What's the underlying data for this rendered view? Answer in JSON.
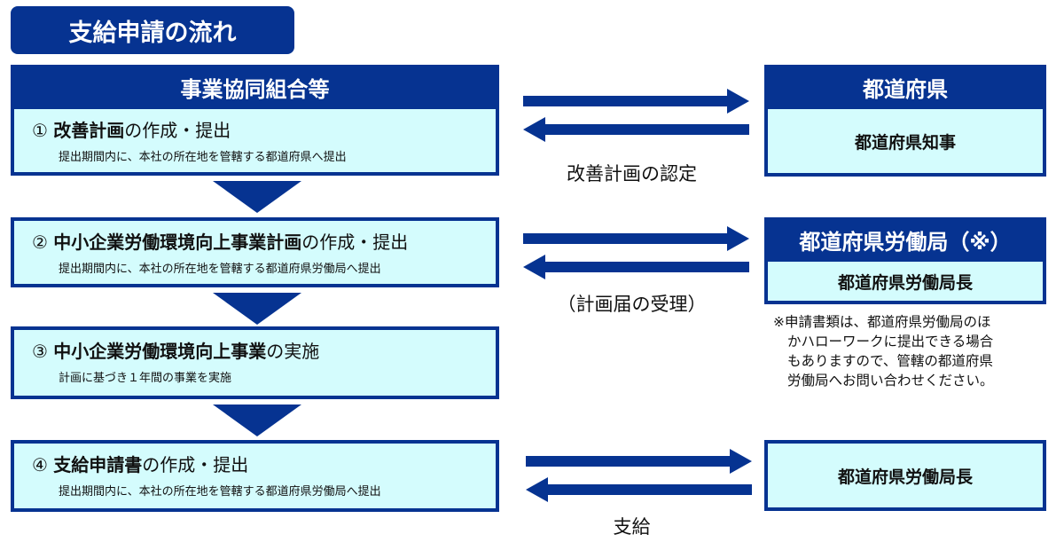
{
  "title": "支給申請の流れ",
  "left_header": "事業協同組合等",
  "steps": [
    {
      "num": "①",
      "bold": "改善計画",
      "rest": "の作成・提出",
      "sub": "提出期間内に、本社の所在地を管轄する都道府県へ提出"
    },
    {
      "num": "②",
      "bold": "中小企業労働環境向上事業計画",
      "rest": "の作成・提出",
      "sub": "提出期間内に、本社の所在地を管轄する都道府県労働局へ提出"
    },
    {
      "num": "③",
      "bold": "中小企業労働環境向上事業",
      "rest": "の実施",
      "sub": "計画に基づき１年間の事業を実施"
    },
    {
      "num": "④",
      "bold": "支給申請書",
      "rest": "の作成・提出",
      "sub": "提出期間内に、本社の所在地を管轄する都道府県労働局へ提出"
    }
  ],
  "right": [
    {
      "header": "都道府県",
      "body": "都道府県知事",
      "arrow_label": "改善計画の認定"
    },
    {
      "header": "都道府県労働局（※）",
      "body": "都道府県労働局長",
      "arrow_label": "（計画届の受理）"
    },
    {
      "body": "都道府県労働局長",
      "arrow_label": "支給"
    }
  ],
  "note": [
    "※申請書類は、都道府県労働局のほ",
    "かハローワークに提出できる場合",
    "もありますので、管轄の都道府県",
    "労働局へお問い合わせください。"
  ]
}
